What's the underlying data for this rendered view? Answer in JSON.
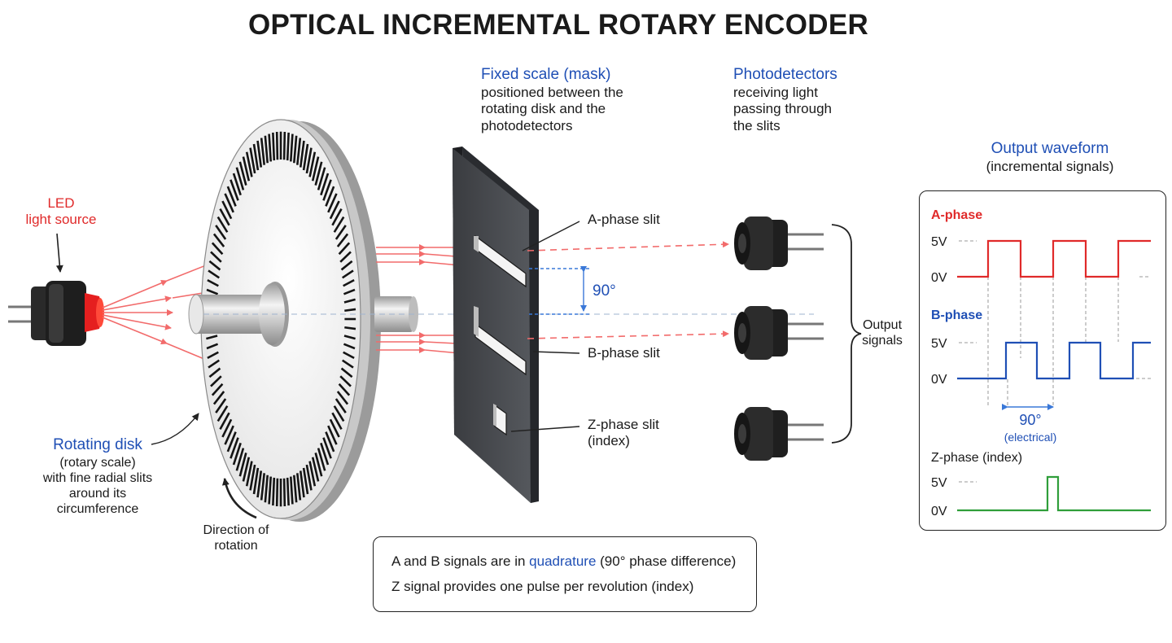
{
  "title": "OPTICAL INCREMENTAL ROTARY ENCODER",
  "led": {
    "line1": "LED",
    "line2": "light source"
  },
  "disk": {
    "heading": "Rotating disk",
    "line1": "(rotary scale)",
    "line2": "with fine radial slits",
    "line3": "around its",
    "line4": "circumference"
  },
  "rotation": {
    "line1": "Direction of",
    "line2": "rotation"
  },
  "mask": {
    "heading": "Fixed scale (mask)",
    "line1": "positioned between the",
    "line2": "rotating disk and the",
    "line3": "photodetectors"
  },
  "photodetectors": {
    "heading": "Photodetectors",
    "line1": "receiving light",
    "line2": "passing through",
    "line3": "the slits"
  },
  "slits": {
    "a": "A-phase slit",
    "b": "B-phase slit",
    "z_line1": "Z-phase slit",
    "z_line2": "(index)",
    "phase_angle": "90°"
  },
  "output_signals": {
    "line1": "Output",
    "line2": "signals"
  },
  "waveform": {
    "heading": "Output waveform",
    "subheading": "(incremental signals)",
    "a_phase": "A-phase",
    "b_phase": "B-phase",
    "z_phase": "Z-phase (index)",
    "high": "5V",
    "low": "0V",
    "shift_angle": "90°",
    "shift_note": "(electrical)",
    "colors": {
      "a": "#e02a2a",
      "b": "#1f4fb5",
      "z": "#2f9e3a"
    }
  },
  "notes": {
    "line1_before": "A and B signals are in ",
    "line1_highlight": "quadrature",
    "line1_after": " (90° phase difference)",
    "line2": "Z signal provides one pulse per revolution (index)"
  },
  "colors": {
    "accent_blue": "#1f4fb5",
    "accent_red": "#e02a2a",
    "beam": "#f26b6b"
  }
}
